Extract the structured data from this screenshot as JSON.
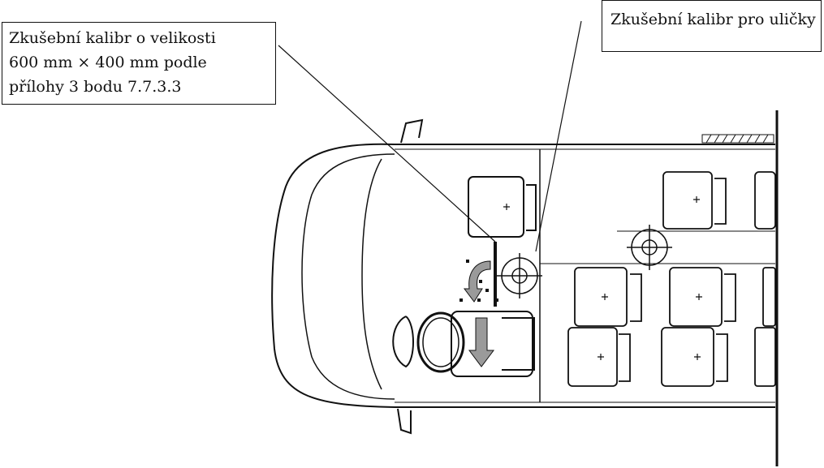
{
  "callouts": {
    "left": {
      "lines": [
        "Zkušební kalibr o velikosti",
        "600 mm × 400 mm podle",
        "přílohy 3 bodu 7.7.3.3"
      ]
    },
    "right": {
      "lines": [
        "Zkušební kalibr pro uličky"
      ]
    }
  },
  "colors": {
    "line": "#111111",
    "gauge_fill": "#9a9a9a",
    "background": "#ffffff"
  },
  "icons": {
    "seat_marker": "plus-icon",
    "aisle_gauge": "crosshair-circle-icon",
    "steering_wheel": "circle-icon"
  }
}
